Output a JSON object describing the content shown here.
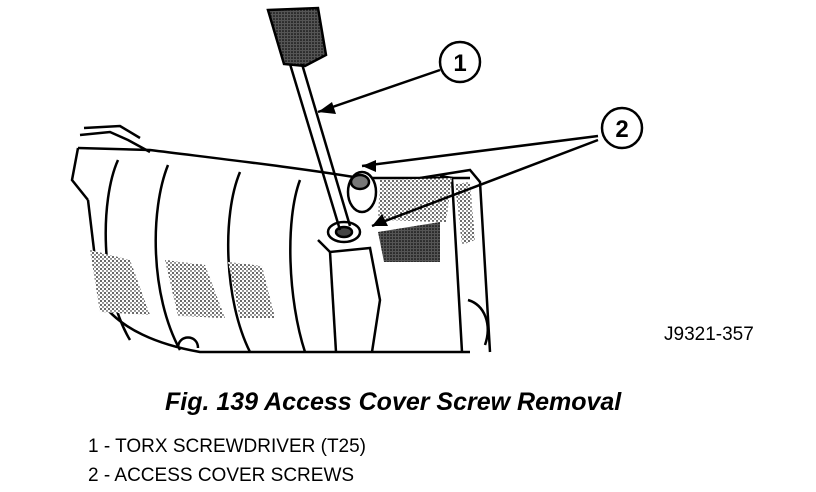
{
  "figure": {
    "code": "J9321-357",
    "caption": "Fig. 139 Access Cover Screw Removal",
    "callouts": [
      "1",
      "2"
    ]
  },
  "legend": [
    "1 - TORX SCREWDRIVER (T25)",
    "2 - ACCESS COVER SCREWS"
  ]
}
